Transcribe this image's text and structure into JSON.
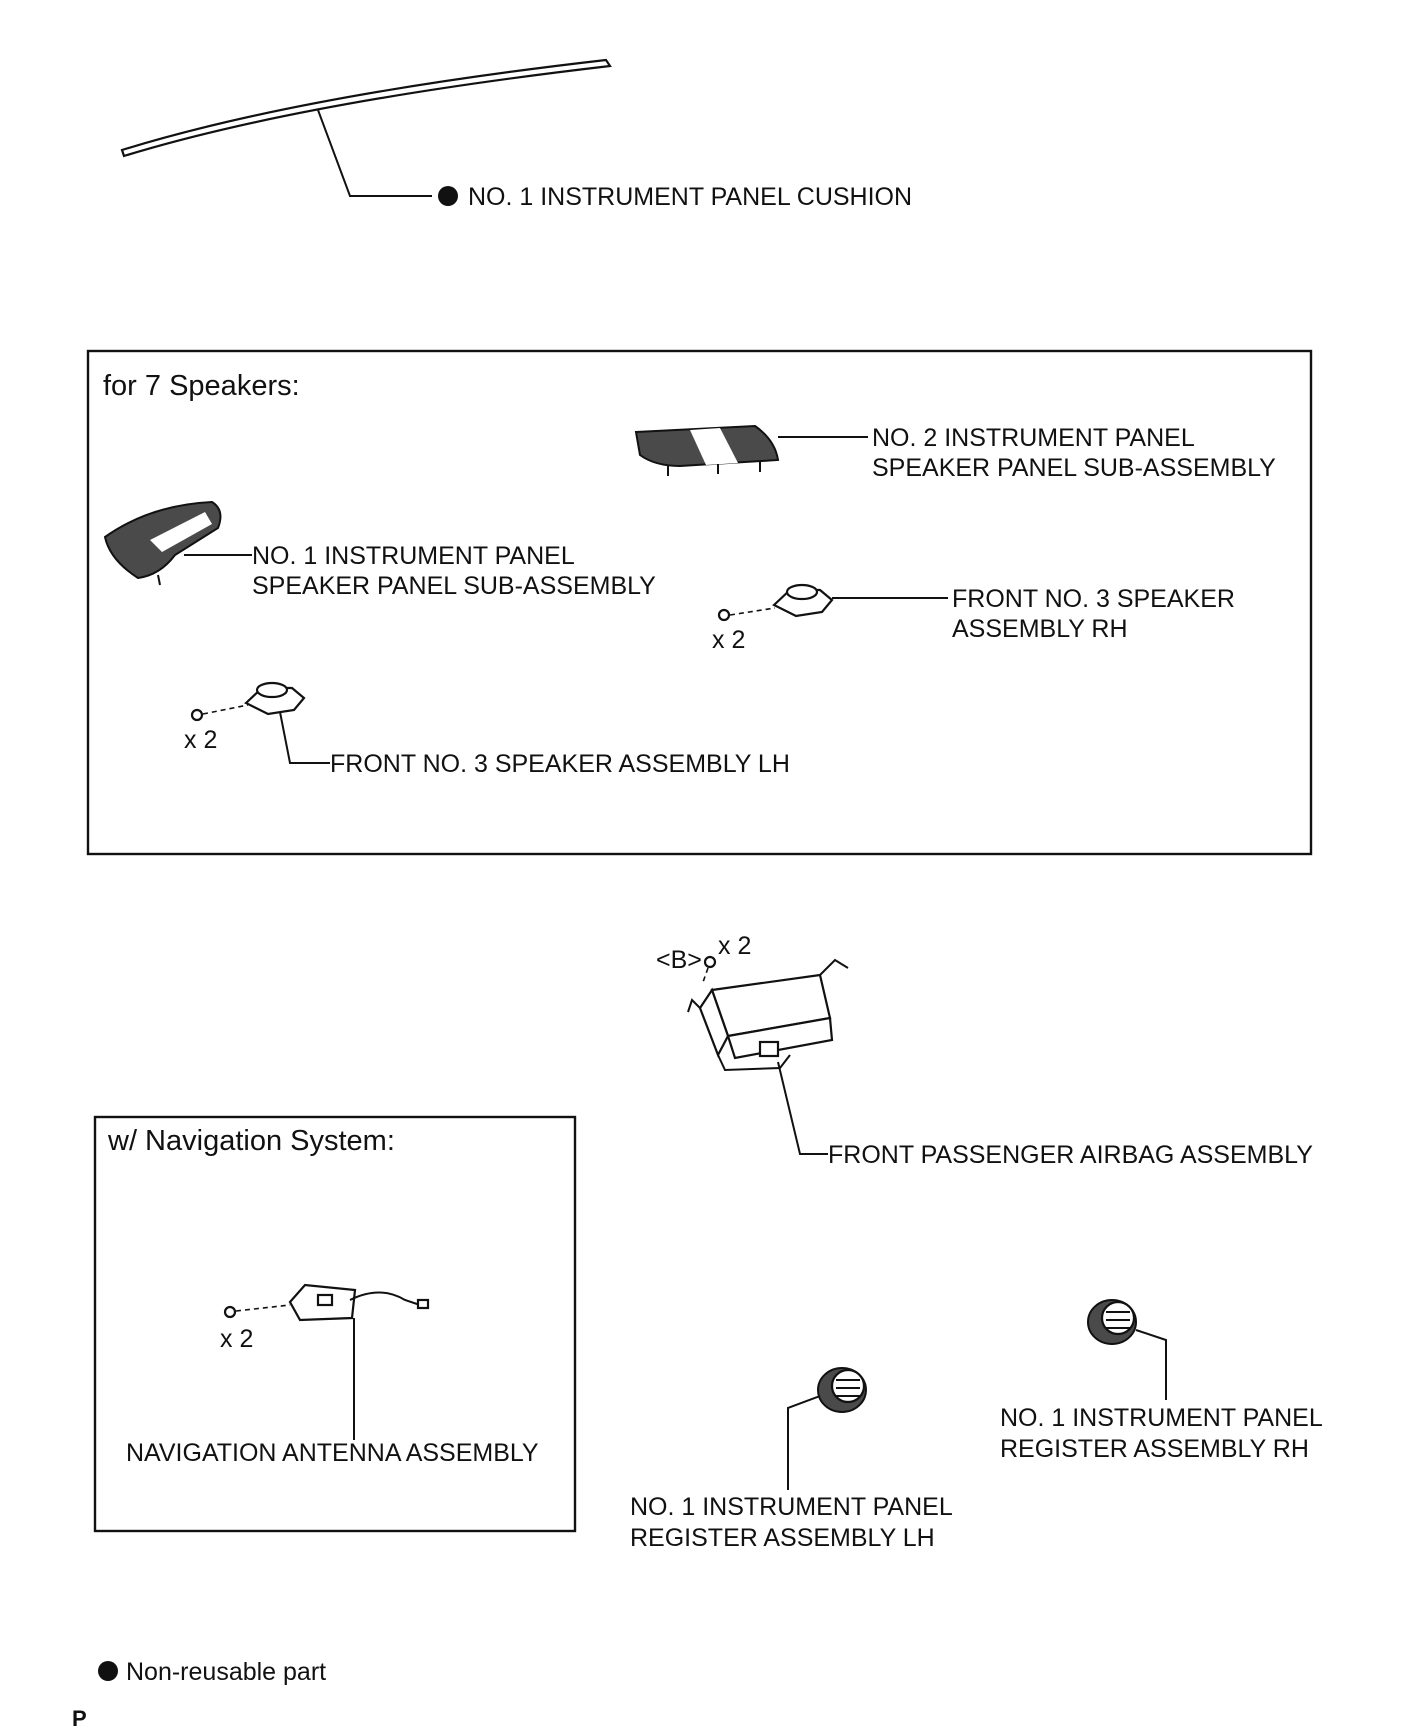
{
  "labels": {
    "cushion": "NO. 1 INSTRUMENT PANEL CUSHION",
    "speakers_box_title": "for 7 Speakers:",
    "speaker_panel_no2_line1": "NO. 2 INSTRUMENT PANEL",
    "speaker_panel_no2_line2": "SPEAKER PANEL SUB-ASSEMBLY",
    "speaker_panel_no1_line1": "NO. 1 INSTRUMENT PANEL",
    "speaker_panel_no1_line2": "SPEAKER PANEL SUB-ASSEMBLY",
    "speaker_rh_line1": "FRONT NO. 3 SPEAKER",
    "speaker_rh_line2": "ASSEMBLY RH",
    "speaker_rh_qty": "x 2",
    "speaker_lh": "FRONT NO. 3 SPEAKER ASSEMBLY LH",
    "speaker_lh_qty": "x 2",
    "airbag_bolt_code": "<B>",
    "airbag_bolt_qty": "x 2",
    "airbag": "FRONT PASSENGER AIRBAG ASSEMBLY",
    "nav_box_title": "w/ Navigation System:",
    "nav_qty": "x 2",
    "nav_antenna": "NAVIGATION ANTENNA ASSEMBLY",
    "register_lh_line1": "NO. 1 INSTRUMENT PANEL",
    "register_lh_line2": "REGISTER ASSEMBLY LH",
    "register_rh_line1": "NO. 1 INSTRUMENT PANEL",
    "register_rh_line2": "REGISTER ASSEMBLY RH"
  },
  "legend": {
    "non_reusable": "Non-reusable part"
  },
  "footer": {
    "code": "P"
  }
}
